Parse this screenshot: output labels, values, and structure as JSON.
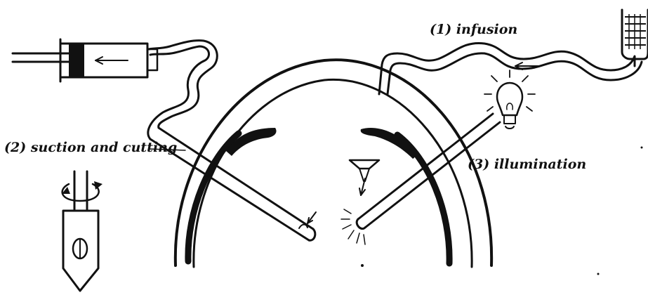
{
  "labels": {
    "infusion": "(1) infusion",
    "suction_and_cutting": "(2) suction and cutting",
    "illumination": "(3) illumination"
  },
  "colors": {
    "ink": "#111111",
    "paper": "#ffffff"
  },
  "icons": [
    "syringe-icon",
    "infusion-bottle-icon",
    "light-bulb-icon",
    "rotating-cutter-icon"
  ]
}
